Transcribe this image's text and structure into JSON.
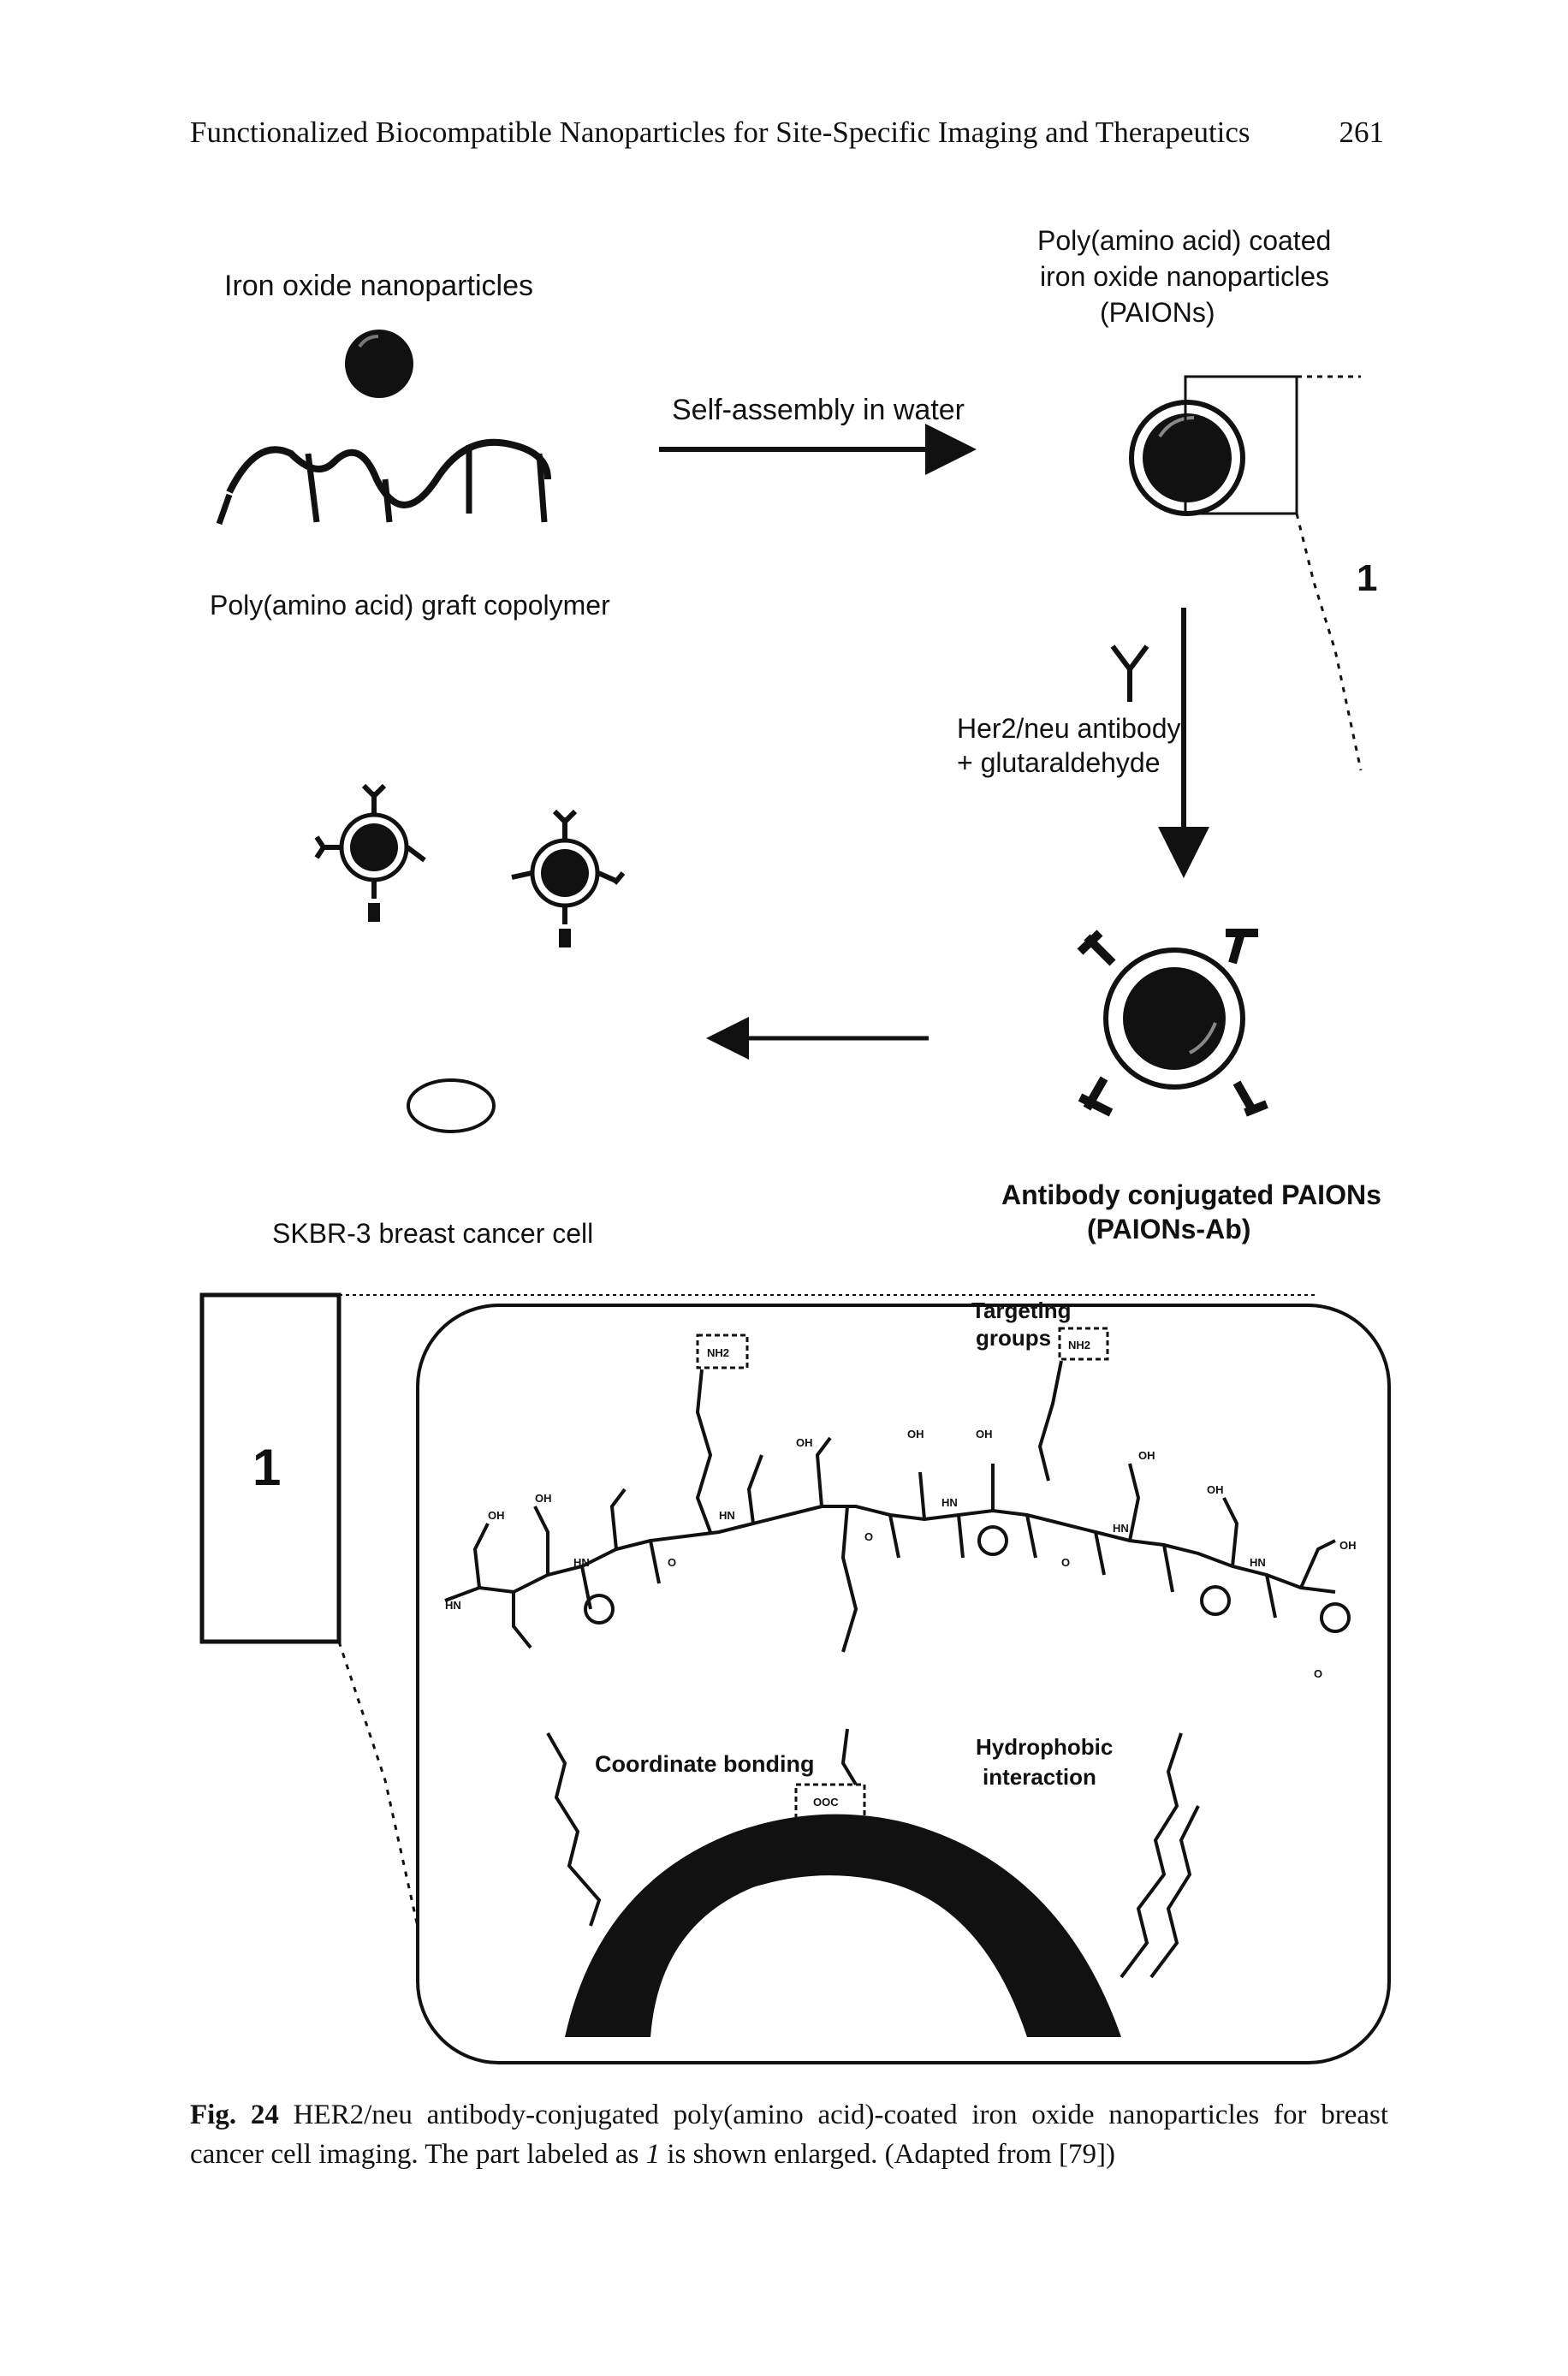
{
  "header": {
    "running_title": "Functionalized Biocompatible Nanoparticles for Site-Specific Imaging and Therapeutics",
    "page_number": "261"
  },
  "figure": {
    "iron_oxide_label": "Iron oxide nanoparticles",
    "copolymer_label": "Poly(amino acid) graft copolymer",
    "self_assembly_label": "Self-assembly in water",
    "paions_label_1": "Poly(amino acid) coated",
    "paions_label_2": "iron oxide nanoparticles",
    "paions_label_3": "(PAIONs)",
    "antibody_label_1": "Her2/neu antibody",
    "antibody_label_2": "+ glutaraldehyde",
    "conjugate_label_1": "Antibody conjugated PAIONs",
    "conjugate_label_2": "(PAIONs-Ab)",
    "cell_label": "SKBR-3 breast cancer cell",
    "part_marker": "1",
    "inset_marker": "1",
    "targeting_label_1": "Targeting",
    "targeting_label_2": "groups",
    "coordinate_label": "Coordinate bonding",
    "hydrophobic_label_1": "Hydrophobic",
    "hydrophobic_label_2": "interaction",
    "chem_nh2": "NH2",
    "chem_ooc": "OOC",
    "chem_oh": "OH",
    "chem_hn": "HN",
    "chem_o": "O"
  },
  "caption": {
    "label": "Fig. 24",
    "text_before_italic": "HER2/neu antibody-conjugated poly(amino acid)-coated iron oxide nanoparticles for breast cancer cell imaging. The part labeled as ",
    "italic_part": "1",
    "text_after_italic": " is shown enlarged. (Adapted from [79])"
  }
}
